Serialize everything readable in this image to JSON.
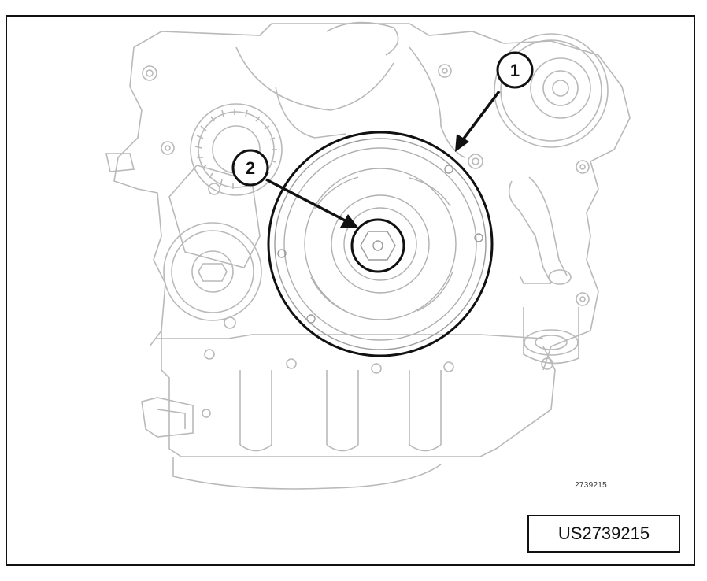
{
  "figure": {
    "small_number": "2739215",
    "reference_code": "US2739215"
  },
  "callouts": [
    {
      "label": "1",
      "target": "damper pulley outer rim"
    },
    {
      "label": "2",
      "target": "crankshaft bolt"
    }
  ],
  "colors": {
    "line_dark": "#111111",
    "line_light": "#b9b9b9",
    "background": "#ffffff"
  }
}
